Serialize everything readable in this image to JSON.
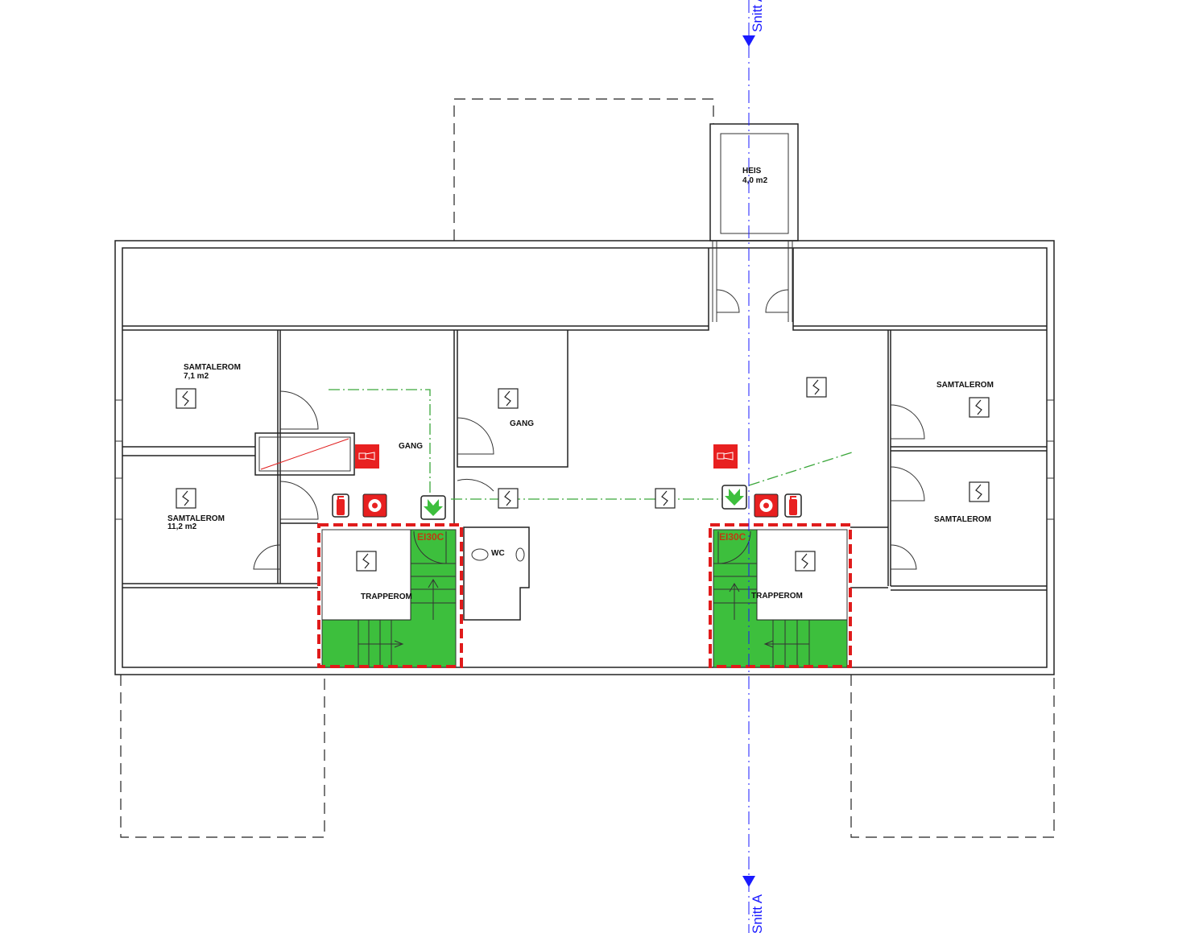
{
  "section": {
    "label_top": "Snitt A",
    "label_bottom": "Snitt A",
    "color": "#1a1aff"
  },
  "rooms": {
    "samtalerom_1": {
      "name": "SAMTALEROM",
      "area": "7,1 m2"
    },
    "samtalerom_2": {
      "name": "SAMTALEROM",
      "area": "11,2 m2"
    },
    "gang_1": {
      "name": "GANG"
    },
    "gang_2": {
      "name": "GANG"
    },
    "trapperom_left": {
      "name": "TRAPPEROM",
      "rating": "EI30C"
    },
    "wc": {
      "name": "WC"
    },
    "heis": {
      "name": "HEIS",
      "area": "4,0 m2"
    },
    "samtalerom_3": {
      "name": "SAMTALEROM"
    },
    "samtalerom_4": {
      "name": "SAMTALEROM"
    },
    "trapperom_right": {
      "name": "TRAPPEROM",
      "rating": "EI30C"
    }
  },
  "colors": {
    "escape_route": "#3aa63a",
    "fire_zone": "#e01b1b",
    "stair_fill": "#3dbf3d",
    "fire_equipment": "#e01b1b"
  },
  "icons": [
    "smoke-detector-icon",
    "fire-alarm-icon",
    "fire-extinguisher-icon",
    "fire-hose-reel-icon",
    "emergency-exit-arrow-icon"
  ]
}
